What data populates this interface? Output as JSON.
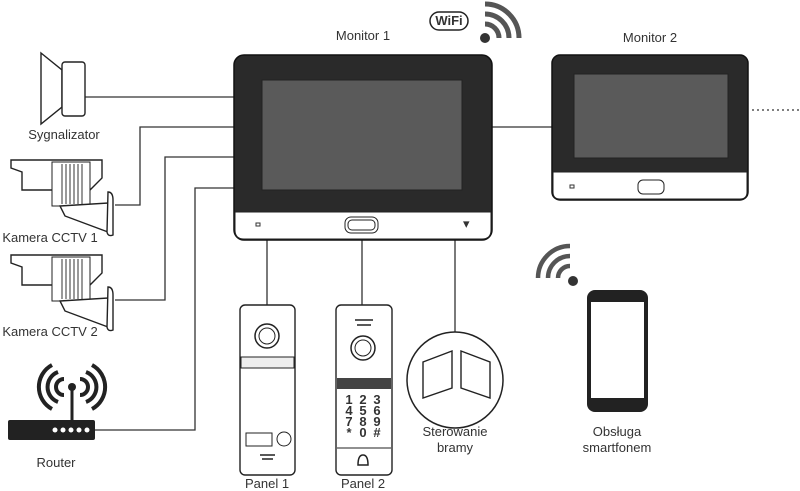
{
  "labels": {
    "monitor1": "Monitor 1",
    "monitor2": "Monitor 2",
    "sygnalizator": "Sygnalizator",
    "camera1": "Kamera CCTV 1",
    "camera2": "Kamera CCTV 2",
    "router": "Router",
    "panel1": "Panel 1",
    "panel2": "Panel 2",
    "gate_line1": "Sterowanie",
    "gate_line2": "bramy",
    "phone_line1": "Obsługa",
    "phone_line2": "smartfonem",
    "wifi_badge": "WiFi"
  },
  "keypad": [
    "1",
    "2",
    "3",
    "4",
    "5",
    "6",
    "7",
    "8",
    "9",
    "*",
    "0",
    "#"
  ],
  "colors": {
    "screen": "#5a5a5a",
    "bezel": "#2a2a2a",
    "line": "#333333"
  }
}
